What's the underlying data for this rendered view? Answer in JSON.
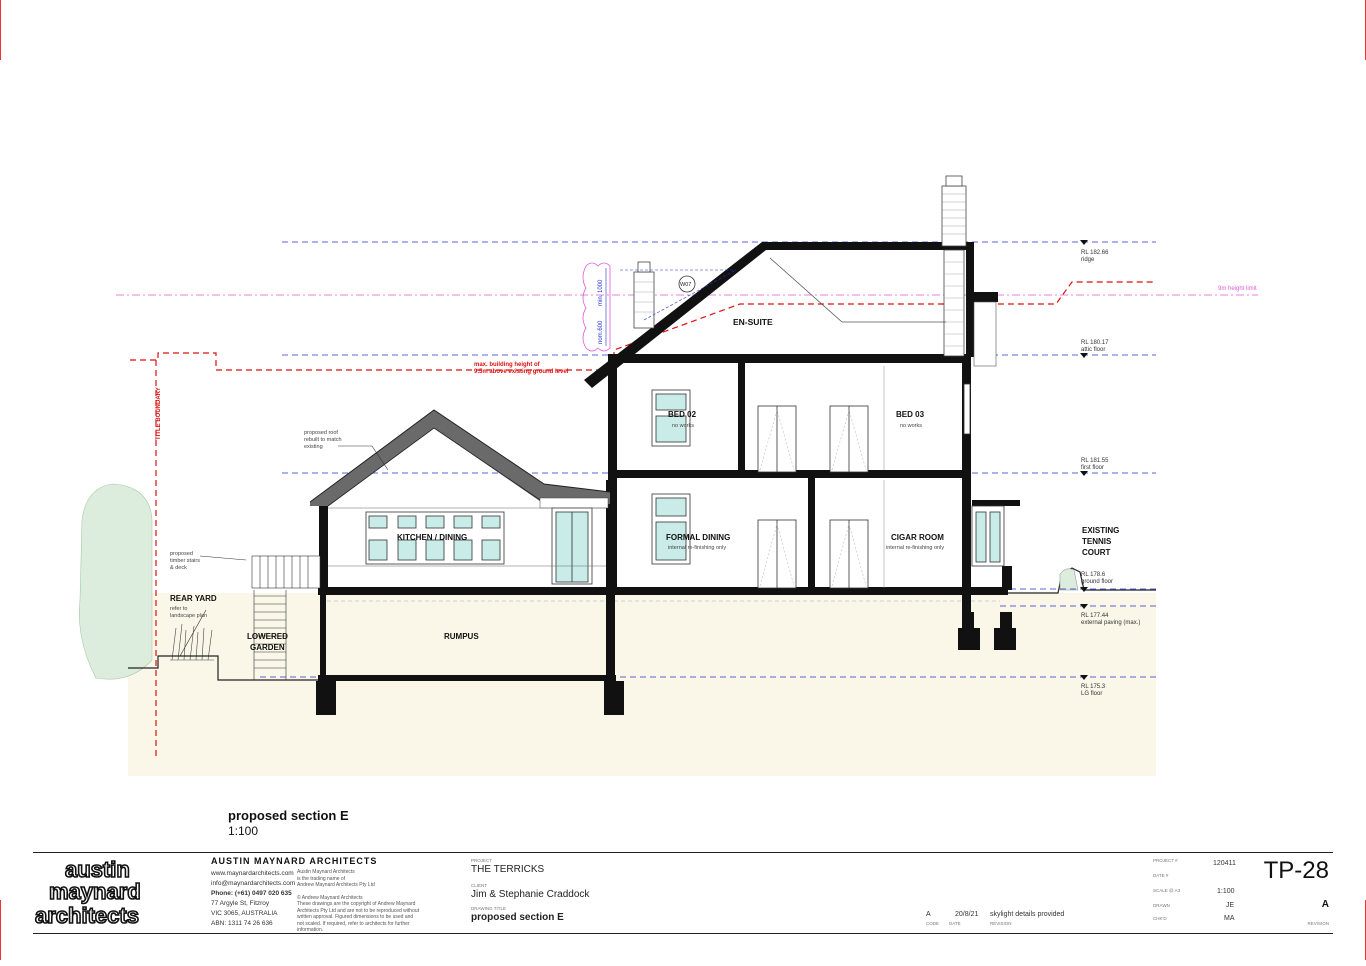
{
  "drawing": {
    "rooms": {
      "en_suite": "EN-SUITE",
      "bed02": "BED 02",
      "bed03": "BED 03",
      "no_works": "no works",
      "formal_dining": "FORMAL DINING",
      "cigar_room": "CIGAR ROOM",
      "internal_refinish": "internal re-finishing only",
      "kitchen_dining": "KITCHEN / DINING",
      "rumpus": "RUMPUS",
      "lowered_garden": [
        "LOWERED",
        "GARDEN"
      ],
      "rear_yard": "REAR YARD",
      "rear_yard_note": [
        "refer to",
        "landscape plan"
      ],
      "existing_tennis": [
        "EXISTING",
        "TENNIS",
        "COURT"
      ]
    },
    "notes": {
      "roof_rebuilt": [
        "proposed roof",
        "rebuilt to match",
        "existing"
      ],
      "timber_stairs": [
        "proposed",
        "timber stairs",
        "& deck"
      ],
      "max_height": [
        "max. building height of",
        "9.5m above existing ground level"
      ],
      "title_boundary": "TITLE BOUNDARY",
      "height_limit": "9m height limit",
      "w07": "W07",
      "dim_top": "min. 1000",
      "dim_bottom": "nom.600"
    },
    "levels": {
      "ridge": [
        "RL 182.66",
        "ridge"
      ],
      "attic": [
        "RL 180.17",
        "attic floor"
      ],
      "first": [
        "RL 181.55",
        "first floor"
      ],
      "ground": [
        "RL 178.6",
        "ground floor"
      ],
      "paving": [
        "RL 177.44",
        "external paving (max.)"
      ],
      "lg": [
        "RL 175.3",
        "LG floor"
      ]
    }
  },
  "caption": {
    "title": "proposed section E",
    "scale": "1:100"
  },
  "title_block": {
    "logo_words": [
      "austin",
      "maynard",
      "architects"
    ],
    "firm": "AUSTIN MAYNARD ARCHITECTS",
    "contact": [
      "www.maynardarchitects.com",
      "info@maynardarchitects.com",
      "Phone: (+61) 0497 020 635",
      "77 Argyle St, Fitzroy",
      "VIC 3065, AUSTRALIA",
      "ABN: 1311 74 26 636"
    ],
    "legal": [
      "Austin Maynard Architects",
      "is the trading name of",
      "Andrew Maynard Architects Pty Ltd",
      "",
      "© Andrew Maynard Architects",
      "These drawings are the copyright of Andrew Maynard",
      "Architects Pty Ltd and are not to be reproduced without",
      "written approval. Figured dimensions to be used and",
      "not scaled. If required, refer to architects for further",
      "information."
    ],
    "project_label": "PROJECT",
    "project": "THE TERRICKS",
    "client_label": "CLIENT",
    "client": "Jim & Stephanie Craddock",
    "drawing_title_label": "DRAWING TITLE",
    "drawing_title": "proposed section E",
    "rev_letter": "A",
    "rev_date": "20/8/21",
    "rev_desc": "skylight details provided",
    "rev_col1": "CODE",
    "rev_col2": "DATE",
    "rev_col3": "REVISION",
    "project_no_label": "PROJECT #",
    "project_no": "120411",
    "date_label": "DATE #",
    "scale_label": "SCALE @ A3",
    "scale": "1:100",
    "drawn_label": "DRAWN",
    "drawn": "JE",
    "checked_label": "CHK'D",
    "checked": "MA",
    "sheet_number": "TP-28",
    "revision": "A",
    "revision_label": "REVISION"
  },
  "colors": {
    "wall": "#111111",
    "roof": "#6a6a6a",
    "ground": "#fbf7e8",
    "level_line": "#2233cc",
    "limit_red": "#dd1111",
    "limit_magenta": "#e05ad6",
    "glass": "#c9ece9",
    "tree": "#dceddd"
  }
}
